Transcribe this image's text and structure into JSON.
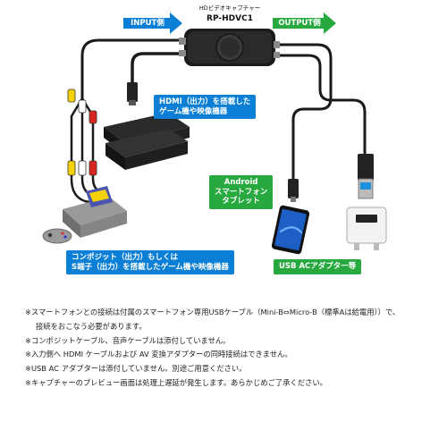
{
  "device": {
    "subtitle": "HDビデオキャプチャー",
    "model": "RP-HDVC1"
  },
  "input_label": "INPUT側",
  "output_label": "OUTPUT側",
  "hdmi_callout": [
    "HDMI（出力）を搭載した",
    "ゲーム機や映像機器"
  ],
  "composite_callout": [
    "コンポジット（出力）もしくは",
    "S端子（出力）を搭載したゲーム機や映像機器"
  ],
  "android_label": [
    "Android",
    "スマートフォン",
    "タブレット"
  ],
  "usb_ac_label": "USB ACアダプター等",
  "notes": [
    "※スマートフォンとの接続は付属のスマートフォン専用USBケーブル（Mini-B⇔Micro-B（標準Aは給電用））で、",
    "接続をおこなう必要があります。",
    "※コンポジットケーブル、音声ケーブルは添付していません。",
    "※入力側へ HDMI ケーブルおよび AV 変換アダプターの同時接続はできません。",
    "※USB AC アダプターは添付していません。別途ご用意ください。",
    "※キャプチャーのプレビュー画面は処理上遅延が発生します。あらかじめご了承ください。"
  ],
  "colors": {
    "blue": "#0b7fd6",
    "green": "#27a93f",
    "cable": "#1a1a1a",
    "usb_blue": "#1f8fe0"
  }
}
